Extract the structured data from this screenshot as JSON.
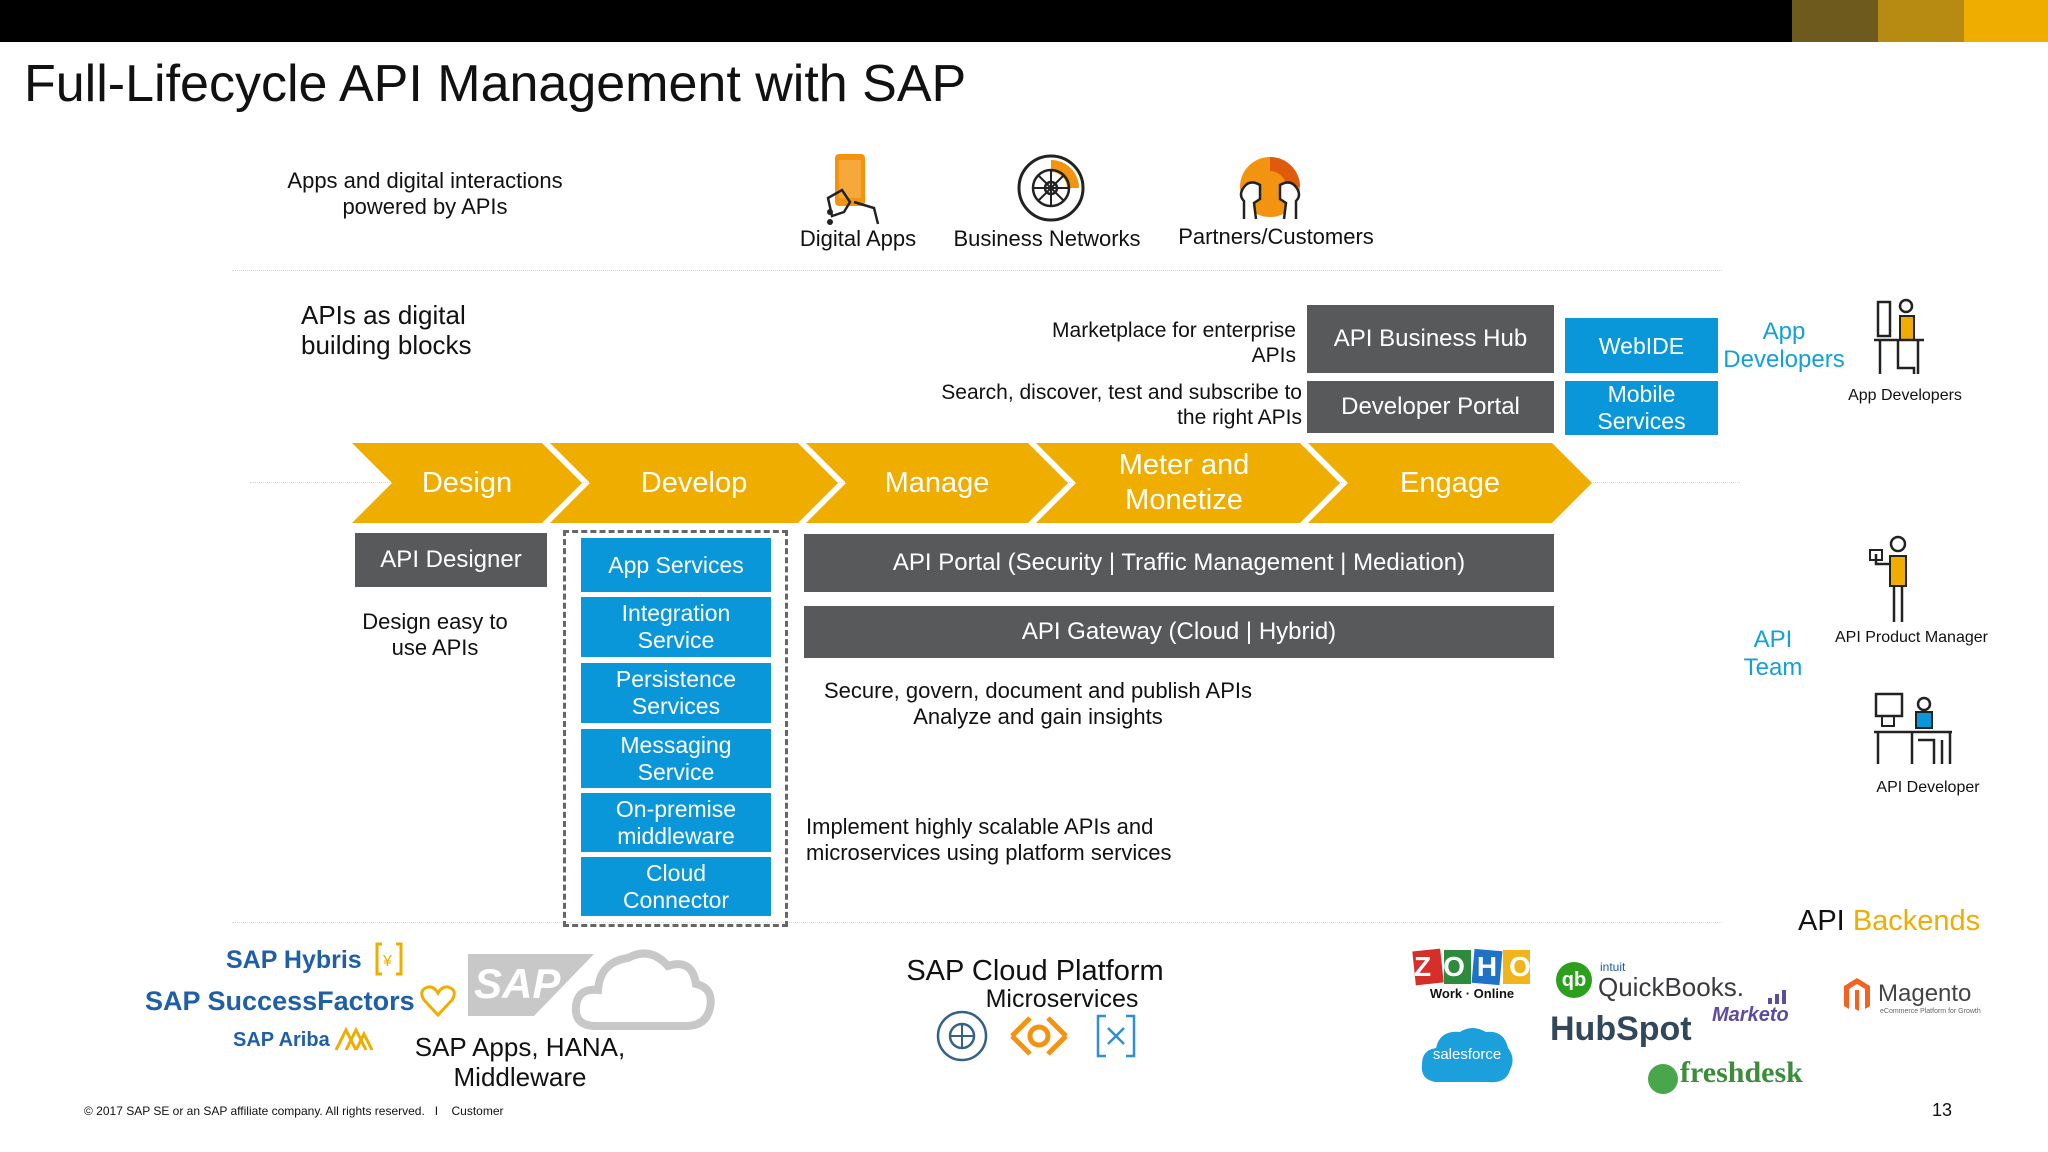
{
  "slide": {
    "title": "Full-Lifecycle API Management with SAP",
    "page_number": "13",
    "footer": "© 2017 SAP SE or an SAP affiliate company. All rights reserved.   I    Customer"
  },
  "colors": {
    "gold": "#efad00",
    "gray": "#58595b",
    "blue": "#0a97d9",
    "teal": "#14a0d7",
    "black": "#000000"
  },
  "top_row": {
    "label": "Apps and digital interactions powered by APIs",
    "items": [
      {
        "label": "Digital Apps",
        "icon": "phone-hand-icon"
      },
      {
        "label": "Business Networks",
        "icon": "network-wheel-icon"
      },
      {
        "label": "Partners/Customers",
        "icon": "two-faces-icon"
      }
    ]
  },
  "building_blocks_label": "APIs as digital building blocks",
  "engage_area": {
    "marketplace_text": "Marketplace for enterprise APIs",
    "search_text": "Search, discover, test and subscribe to the right APIs",
    "api_business_hub": "API Business Hub",
    "developer_portal": "Developer Portal",
    "webide": "WebIDE",
    "mobile_services": "Mobile Services",
    "app_developers_team": "App Developers",
    "app_developers_person": "App Developers"
  },
  "stages": [
    "Design",
    "Develop",
    "Manage",
    "Meter and Monetize",
    "Engage"
  ],
  "design": {
    "box": "API Designer",
    "text": "Design easy to use APIs"
  },
  "develop": {
    "services": [
      "App Services",
      "Integration Service",
      "Persistence Services",
      "Messaging Service",
      "On-premise middleware",
      "Cloud Connector"
    ]
  },
  "manage": {
    "api_portal": "API Portal (Security | Traffic Management | Mediation)",
    "api_gateway": "API Gateway (Cloud | Hybrid)",
    "text1": "Secure, govern, document and publish APIs",
    "text2": "Analyze and gain insights",
    "impl_text": "Implement highly scalable APIs and microservices using platform services"
  },
  "api_team": {
    "label": "API Team",
    "product_manager": "API Product Manager",
    "developer": "API Developer"
  },
  "backends": {
    "title_part1": "API",
    "title_part2": "Backends",
    "sap_logos": [
      "SAP Hybris",
      "SAP SuccessFactors",
      "SAP Ariba"
    ],
    "sap_label": "SAP",
    "sap_apps": "SAP Apps, HANA, Middleware",
    "cloud_platform": "SAP Cloud Platform",
    "microservices": "Microservices",
    "third_party": {
      "zoho": "ZOHO",
      "zoho_sub": "Work · Online",
      "salesforce": "salesforce",
      "intuit": "intuit",
      "quickbooks": "QuickBooks.",
      "hubspot": "HubSpot",
      "marketo": "Marketo",
      "freshdesk": "freshdesk",
      "magento": "Magento",
      "magento_sub": "eCommerce Platform for Growth"
    }
  }
}
